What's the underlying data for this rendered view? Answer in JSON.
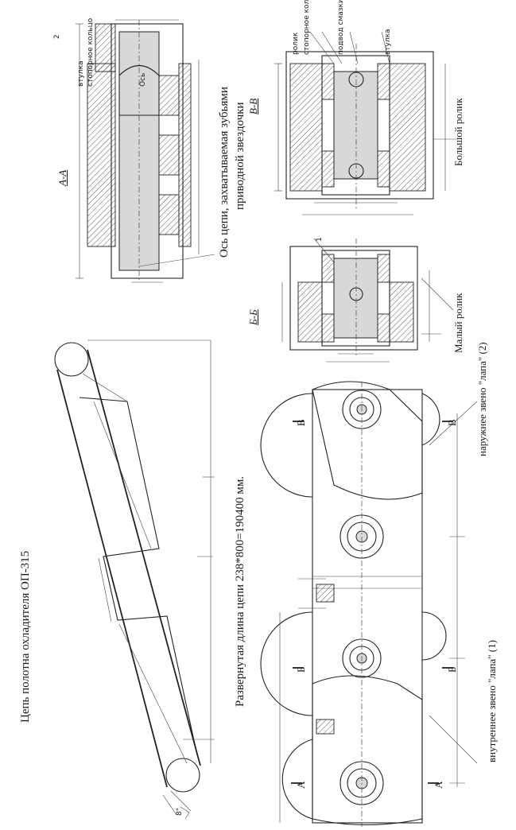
{
  "title": "Цепь полотна охладителя ОП-315",
  "length_note": "Развернутая длина цепи 238*800=190400 мм.",
  "axis_note_line1": "Ось цепи, захватываемая зубьями",
  "axis_note_line2": "приводной звездочки",
  "section_aa": "А-А",
  "section_bb": "Б-Б",
  "section_vv": "В-В",
  "label_inner_link": "внутреннее звено \"лапа\" (1)",
  "label_outer_link": "наружнее звено \"лапа\" (2)",
  "label_small_roller": "Малый ролик",
  "label_big_roller": "Большой ролик",
  "aa_parts": [
    "втулка",
    "стопорное кольцо",
    "Ось"
  ],
  "aa_callout": "2",
  "vv_parts": [
    "ролик",
    "стопорное кольцо",
    "подвод смазки",
    "втулка"
  ],
  "bb_callout": "1",
  "cut_letter_a": "А",
  "cut_letter_b": "Б",
  "cut_letter_v": "В",
  "angle_mark": "8°"
}
